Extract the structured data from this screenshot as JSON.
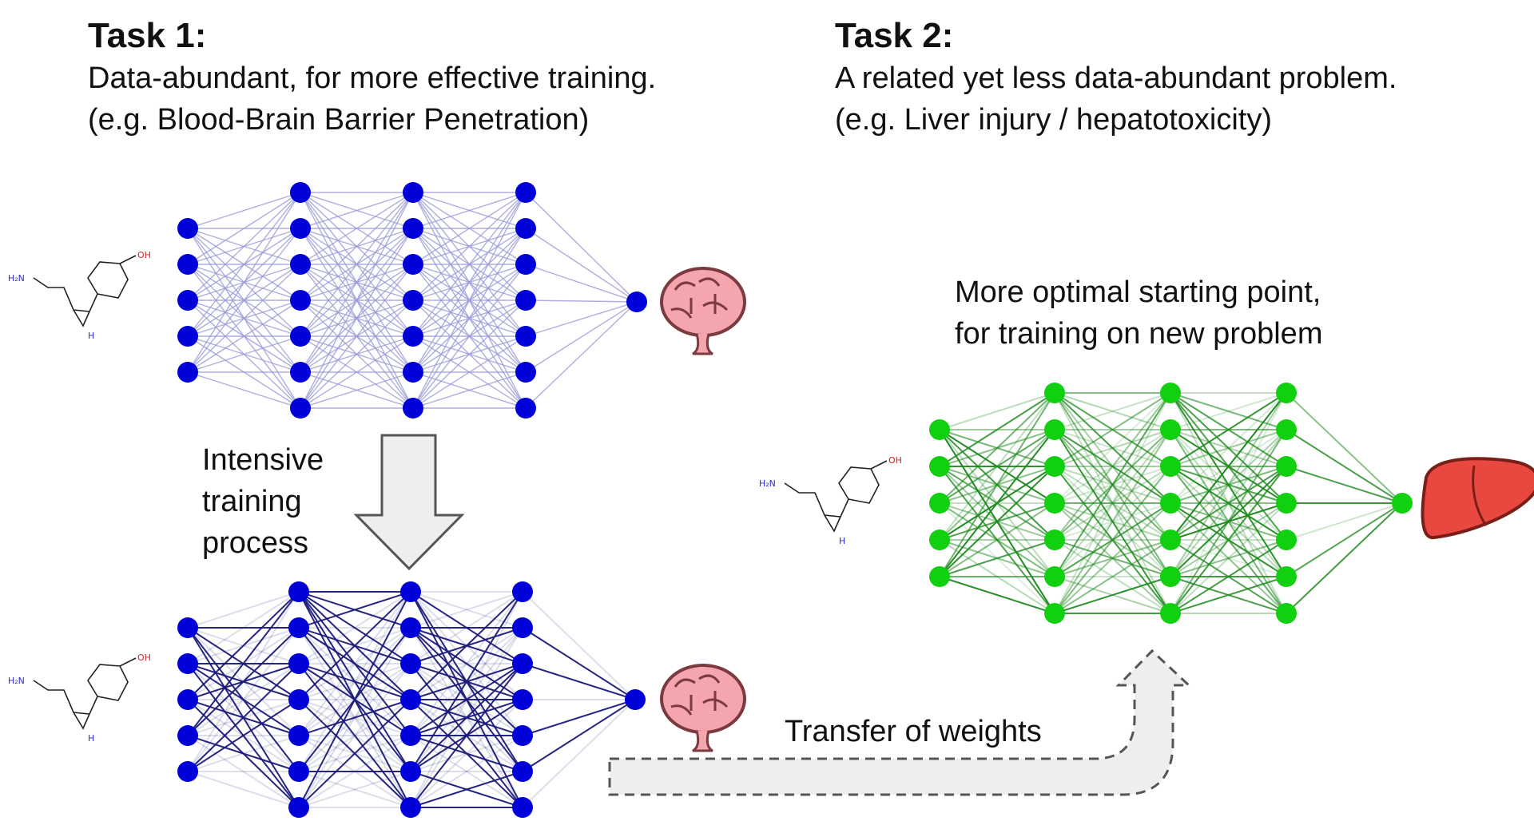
{
  "task1": {
    "title": "Task 1:",
    "line1": "Data-abundant, for more effective training.",
    "line2": "(e.g. Blood-Brain Barrier Penetration)"
  },
  "task2": {
    "title": "Task 2:",
    "line1": "A related yet less data-abundant problem.",
    "line2": "(e.g. Liver injury / hepatotoxicity)"
  },
  "optimal_note": {
    "line1": "More optimal starting point,",
    "line2": "for training on new problem"
  },
  "training_arrow": {
    "line1": "Intensive",
    "line2": "training",
    "line3": "process"
  },
  "transfer_arrow": {
    "label": "Transfer of weights"
  },
  "molecule": {
    "amine_label": "H₂N",
    "hydroxyl_label": "OH",
    "ring_nh_label": "H"
  },
  "colors": {
    "untrained_node": "#0000d9",
    "untrained_edge": "#9a9ad6",
    "trained_node": "#0000d9",
    "trained_edge": "#1a1a7a",
    "transfer_node": "#10d010",
    "transfer_edge": "#1f8a1f",
    "arrow_fill": "#eeeeee",
    "brain": "#f4a5ad",
    "liver": "#e8483f"
  },
  "network": {
    "layers": [
      5,
      7,
      7,
      7,
      1
    ]
  }
}
